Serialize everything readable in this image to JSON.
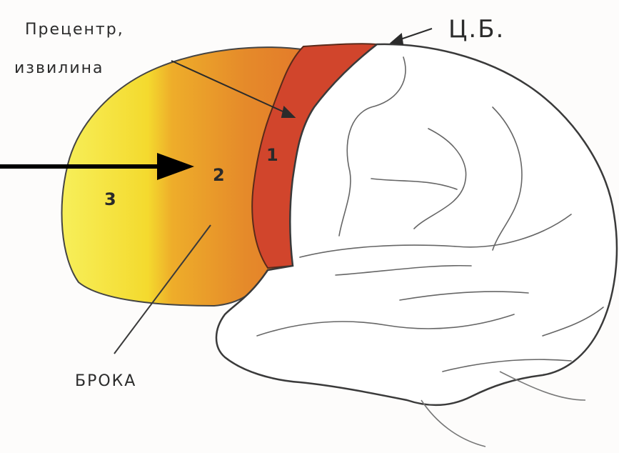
{
  "labels": {
    "precentral_line1": "Прецентр,",
    "precentral_line2": "извилина",
    "central_sulcus": "Ц.Б.",
    "broca": "БРОКА"
  },
  "regions": [
    {
      "number": "1",
      "color": "#d1452c"
    },
    {
      "number": "2",
      "color": "#e8902a"
    },
    {
      "number": "3",
      "color": "#f6e13a"
    }
  ],
  "colors": {
    "outline": "#3a3a3a",
    "pointer_arrow": "#000000"
  }
}
